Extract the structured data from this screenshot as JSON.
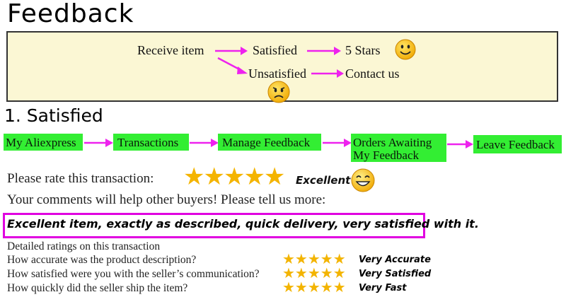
{
  "header": {
    "title": "Feedback"
  },
  "flow": {
    "receive": "Receive item",
    "satisfied": "Satisfied",
    "five_stars": "5 Stars",
    "unsatisfied": "Unsatisfied",
    "contact": "Contact us"
  },
  "section": {
    "title": "1. Satisfied"
  },
  "steps": [
    {
      "label": "My Aliexpress"
    },
    {
      "label": "Transactions"
    },
    {
      "label": "Manage Feedback"
    },
    {
      "label_line1": "Orders Awaiting",
      "label_line2": "My Feedback"
    },
    {
      "label": "Leave Feedback"
    }
  ],
  "rating": {
    "prompt": "Please rate this transaction:",
    "stars": "★★★★★",
    "verdict": "Excellent",
    "star_count": 5
  },
  "comments": {
    "prompt": "Your comments will help other buyers! Please tell us more:",
    "text": "Excellent item, exactly as described, quick delivery, very satisfied with it."
  },
  "details": {
    "heading": "Detailed ratings on this transaction",
    "rows": [
      {
        "question": "How accurate was the product description?",
        "stars": "★★★★★",
        "verdict": "Very Accurate",
        "star_count": 5
      },
      {
        "question": "How satisfied were you with the seller’s communication?",
        "stars": "★★★★★",
        "verdict": "Very Satisfied",
        "star_count": 5
      },
      {
        "question": "How quickly did the seller ship the item?",
        "stars": "★★★★★",
        "verdict": "Very Fast",
        "star_count": 5
      }
    ]
  },
  "colors": {
    "flow_box_bg": "#fbf7d4",
    "step_green": "#33ee33",
    "arrow_magenta": "#ee22ee",
    "star_gold": "#f4b400",
    "highlight_border": "#e000e0"
  },
  "icons": {
    "happy": "smiley-happy-icon",
    "sad": "smiley-sad-icon",
    "grin": "smiley-grin-icon",
    "arrow": "arrow-right-icon"
  }
}
